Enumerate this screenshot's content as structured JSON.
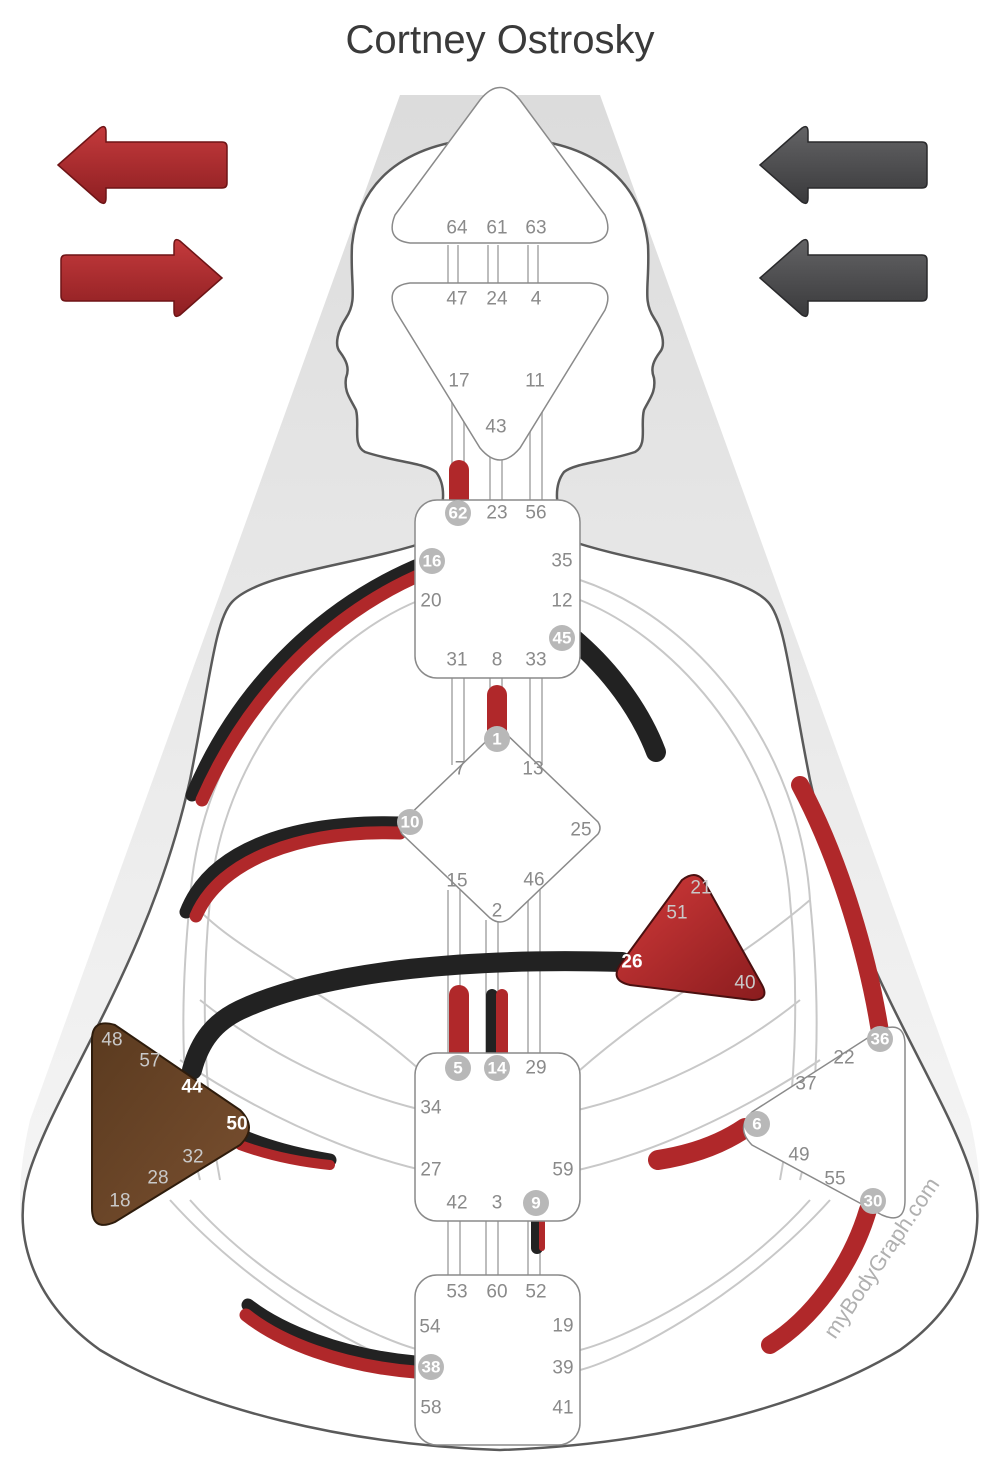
{
  "title": "Cortney Ostrosky",
  "watermark": "myBodyGraph.com",
  "colors": {
    "design_red": "#b0282a",
    "personality_black": "#222222",
    "design_arrow": "#a3262a",
    "personality_arrow": "#4a4a4c",
    "sacral_defined": "#b02a2a",
    "ego_defined": "#b32a2a",
    "spleen_defined": "#6a4526",
    "center_fill": "#ffffff",
    "channel_stroke": "#bdbdbd"
  },
  "arrows": [
    {
      "name": "top-left-arrow",
      "direction": "left",
      "color": "design"
    },
    {
      "name": "bottom-left-arrow",
      "direction": "right",
      "color": "design"
    },
    {
      "name": "top-right-arrow",
      "direction": "left",
      "color": "personality"
    },
    {
      "name": "bottom-right-arrow",
      "direction": "left",
      "color": "personality"
    }
  ],
  "centers": {
    "head": {
      "gates": [
        "64",
        "61",
        "63"
      ]
    },
    "ajna": {
      "gates": [
        "47",
        "24",
        "4",
        "17",
        "11",
        "43"
      ]
    },
    "throat": {
      "gates": [
        "62",
        "23",
        "56",
        "16",
        "35",
        "20",
        "12",
        "45",
        "31",
        "8",
        "33"
      ]
    },
    "g": {
      "gates": [
        "1",
        "7",
        "13",
        "10",
        "25",
        "15",
        "46",
        "2"
      ]
    },
    "ego": {
      "gates": [
        "21",
        "51",
        "26",
        "40"
      ]
    },
    "spleen": {
      "gates": [
        "48",
        "57",
        "44",
        "50",
        "32",
        "28",
        "18"
      ]
    },
    "sacral": {
      "gates": [
        "5",
        "14",
        "29",
        "34",
        "27",
        "59",
        "42",
        "3",
        "9"
      ]
    },
    "solar_plexus": {
      "gates": [
        "36",
        "22",
        "37",
        "6",
        "49",
        "55",
        "30"
      ]
    },
    "root": {
      "gates": [
        "53",
        "60",
        "52",
        "54",
        "19",
        "38",
        "39",
        "58",
        "41"
      ]
    }
  },
  "activated_gates": [
    "62",
    "16",
    "45",
    "1",
    "10",
    "26",
    "5",
    "14",
    "44",
    "50",
    "6",
    "36",
    "9",
    "30",
    "38"
  ]
}
